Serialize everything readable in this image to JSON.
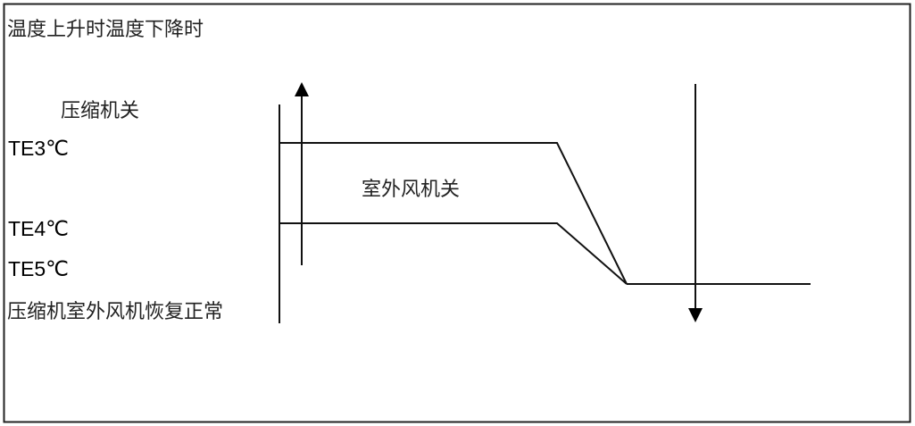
{
  "title": "温度上升时温度下降时",
  "labels": {
    "compressor_off": "压缩机关",
    "outdoor_fan_off": "室外风机关",
    "te3": "TE3℃",
    "te4": "TE4℃",
    "te5": "TE5℃",
    "restore": "压缩机室外风机恢复正常"
  },
  "arrows": {
    "rising": "up-arrow-icon",
    "falling": "down-arrow-icon"
  }
}
